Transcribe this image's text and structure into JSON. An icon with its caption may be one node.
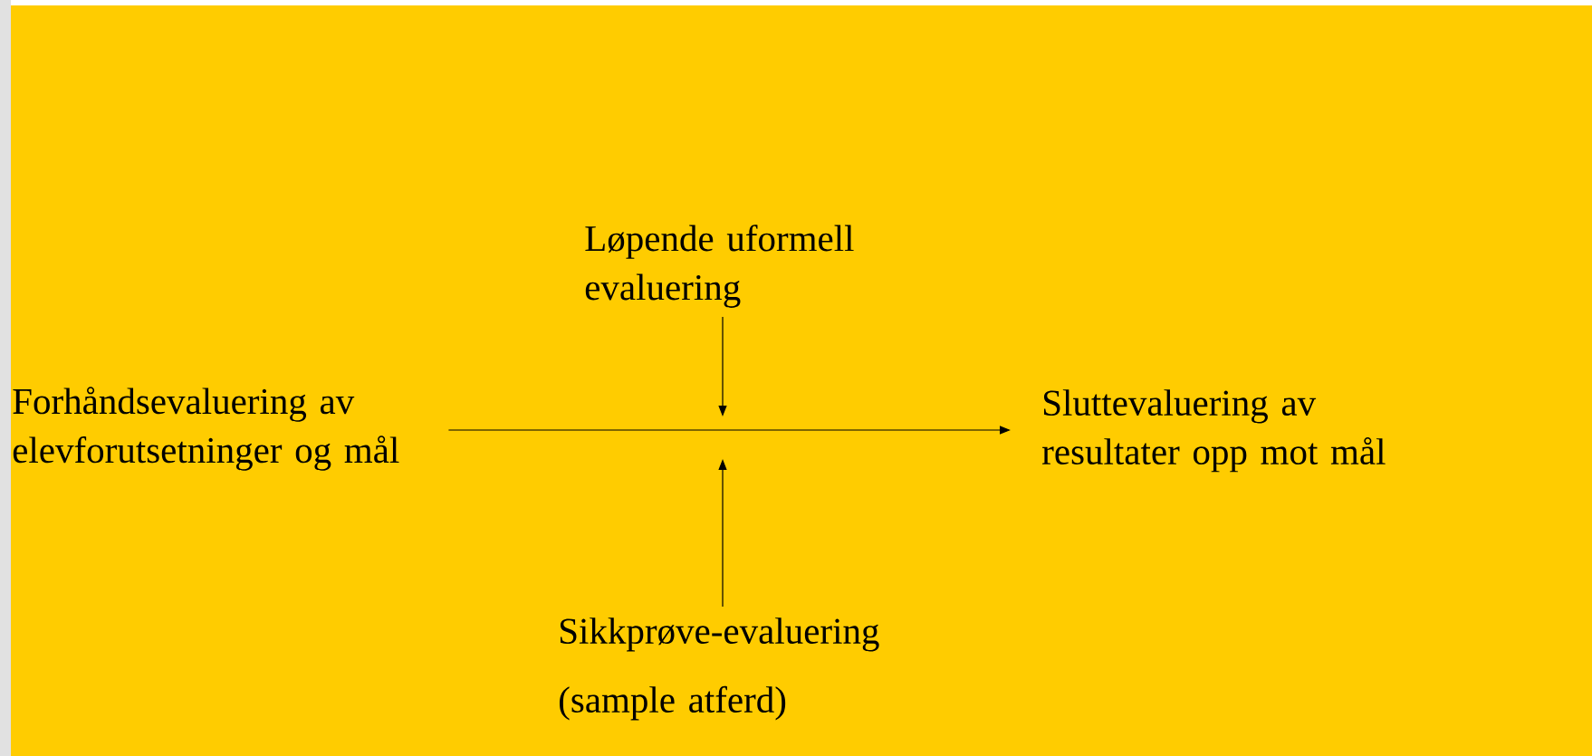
{
  "diagram": {
    "nodes": [
      {
        "text": [
          "Forhåndsevaluering av elevforutsetninger og mål"
        ]
      },
      {
        "text": [
          "Løpende uformell evaluering"
        ]
      },
      {
        "text": [
          "Sluttevaluering av resultater opp mot mål"
        ]
      },
      {
        "text": [
          "Sikkprøve-evaluering",
          "(sample atferd)"
        ]
      }
    ],
    "edges": [
      {
        "from": 0,
        "to": 2,
        "arrow": "to"
      },
      {
        "from": 1,
        "to": null,
        "arrow": "to"
      },
      {
        "from": 3,
        "to": null,
        "arrow": "to"
      }
    ]
  }
}
